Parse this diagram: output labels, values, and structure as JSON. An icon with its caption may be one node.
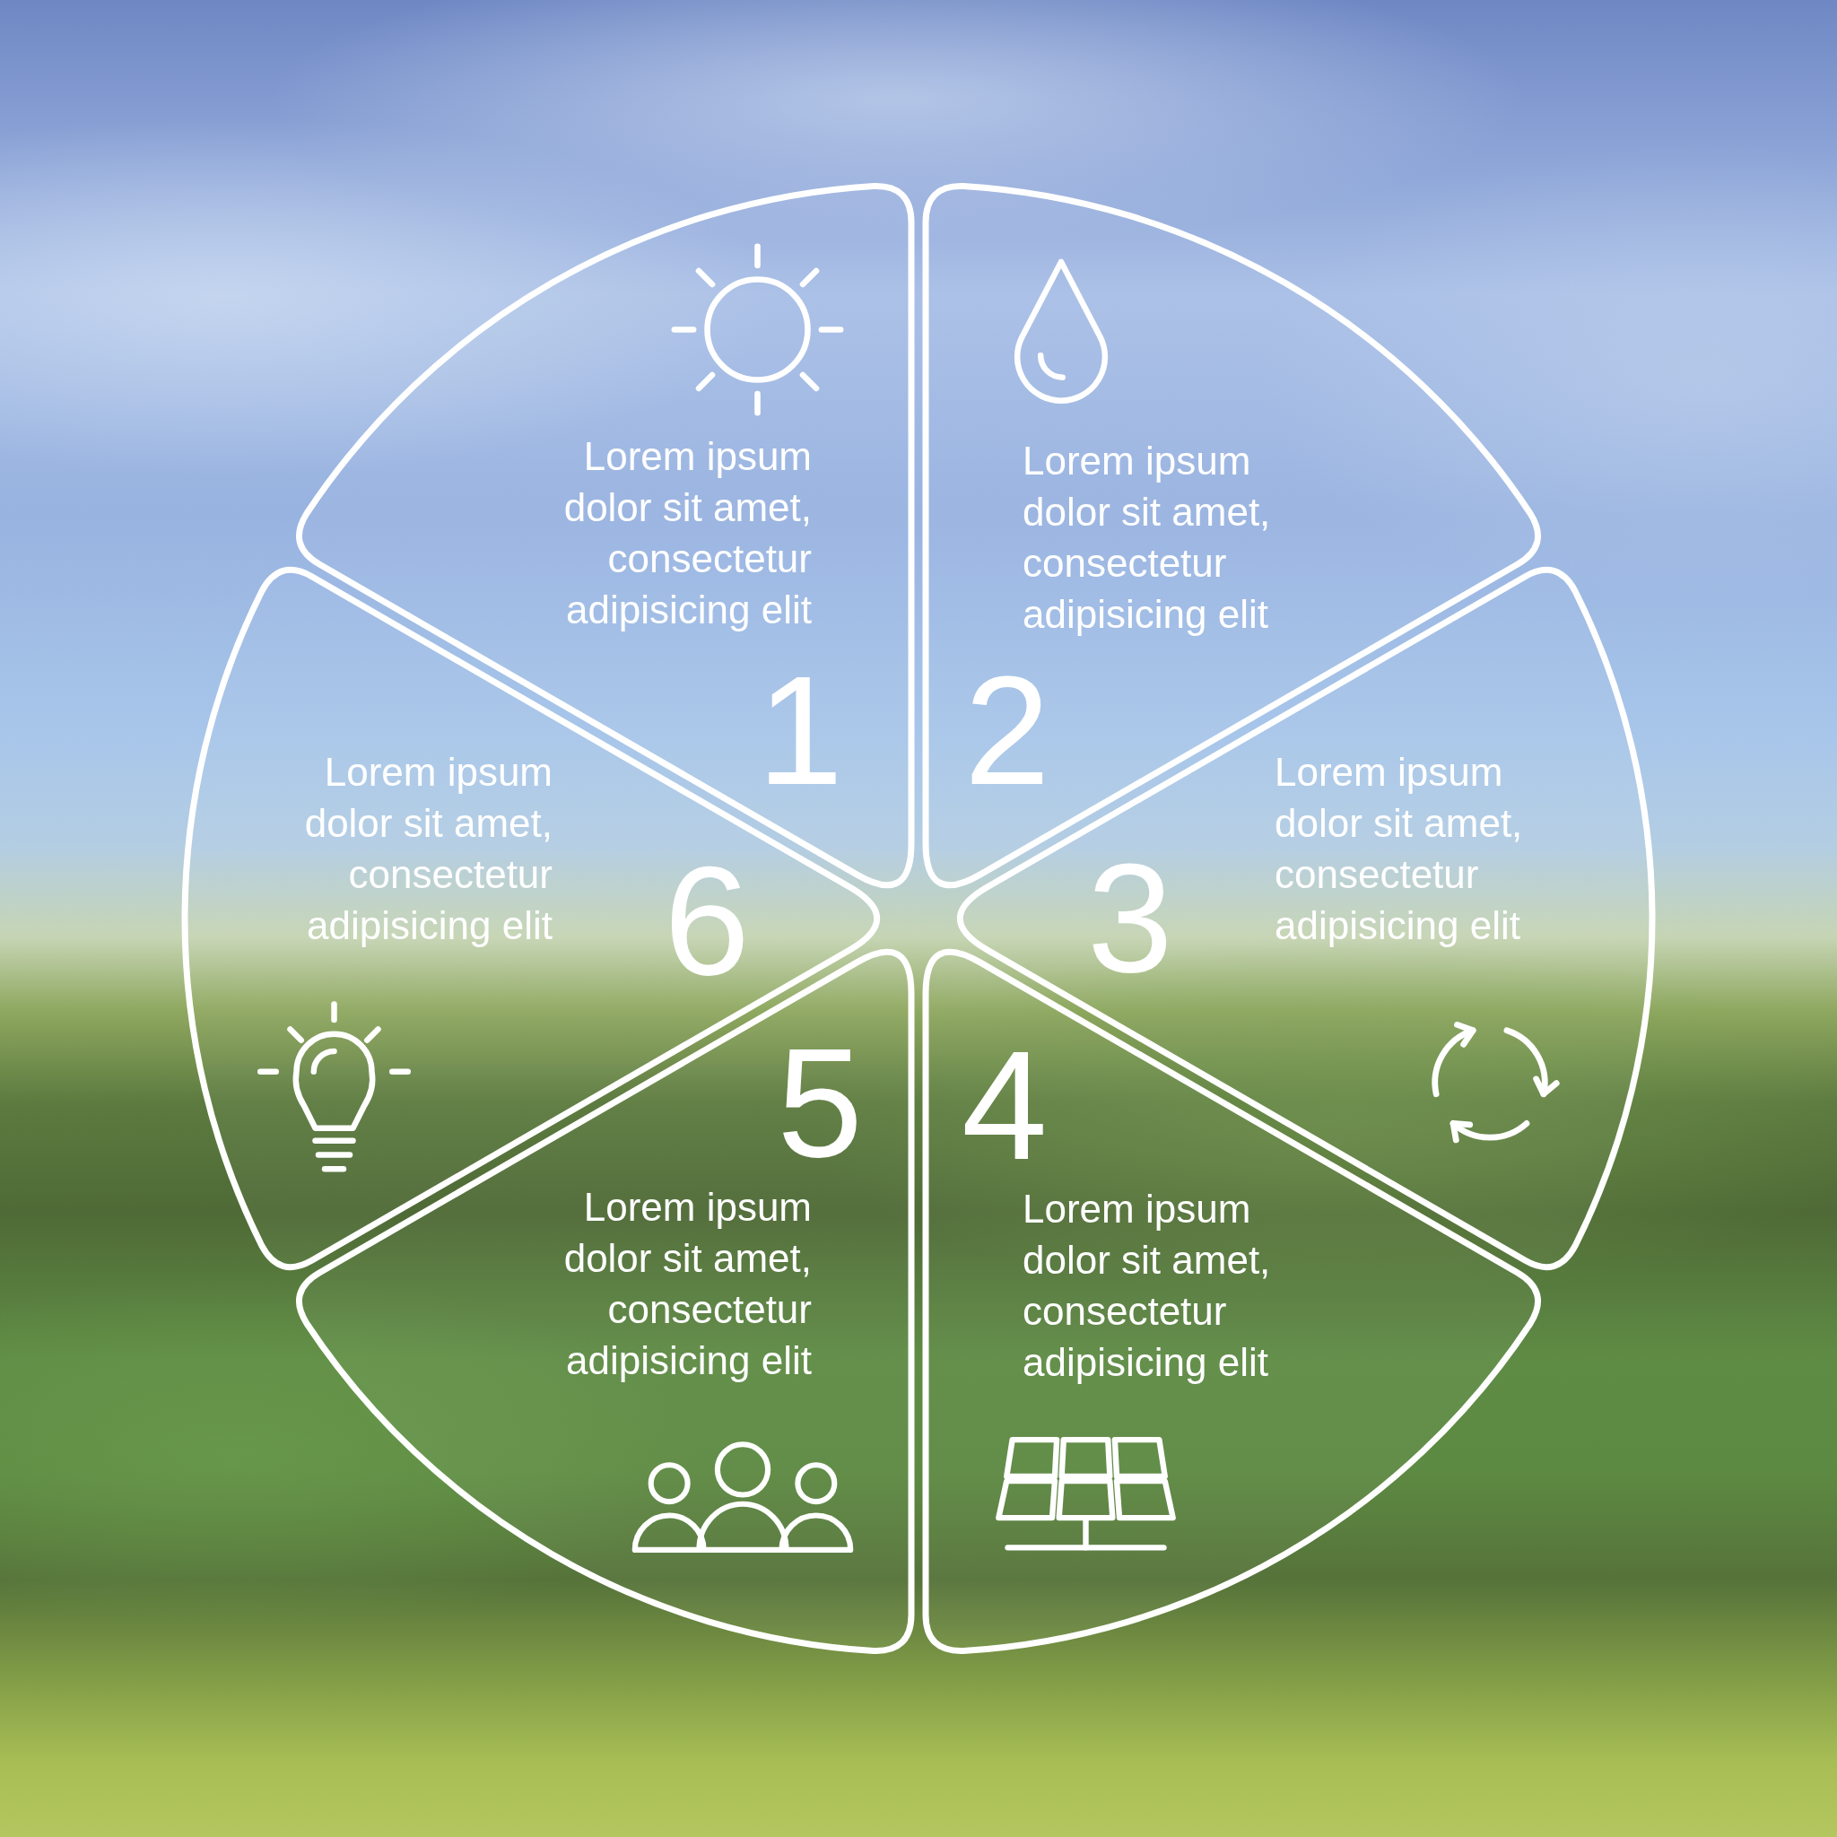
{
  "diagram": {
    "nodes": [
      {
        "text": [
          "Lorem ipsum dolor sit amet, consectetur adipisicing elit",
          "1"
        ]
      },
      {
        "text": [
          "Lorem ipsum dolor sit amet, consectetur adipisicing elit",
          "2"
        ]
      },
      {
        "text": [
          "3",
          "Lorem ipsum dolor sit amet, consectetur adipisicing elit"
        ]
      },
      {
        "text": [
          "4",
          "Lorem ipsum dolor sit amet, consectetur adipisicing elit"
        ]
      },
      {
        "text": [
          "5",
          "Lorem ipsum dolor sit amet, consectetur adipisicing elit"
        ]
      },
      {
        "text": [
          "Lorem ipsum dolor sit amet, consectetur adipisicing elit",
          "6"
        ]
      }
    ]
  }
}
